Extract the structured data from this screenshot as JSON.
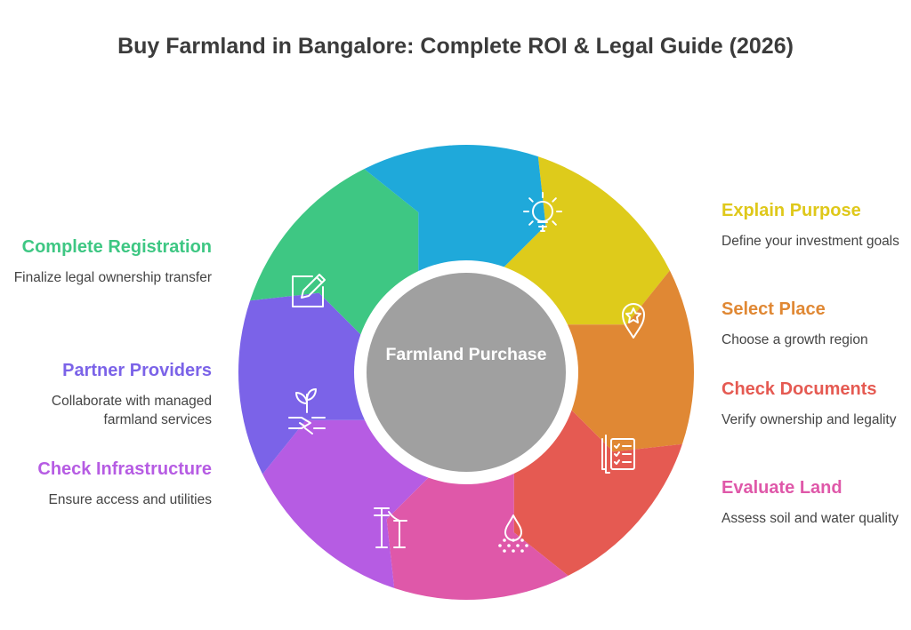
{
  "title": "Buy Farmland in Bangalore: Complete ROI & Legal Guide (2026)",
  "center": "Farmland Purchase",
  "colors": {
    "center": "#a0a0a0",
    "ring": "#ffffff"
  },
  "steps": [
    {
      "heading": "Explain Purpose",
      "desc": "Define your investment goals",
      "color": "#decb1b",
      "icon": "lightbulb-icon"
    },
    {
      "heading": "Select Place",
      "desc": "Choose a growth region",
      "color": "#e08834",
      "icon": "map-pin-star-icon"
    },
    {
      "heading": "Check Documents",
      "desc": "Verify ownership and legality",
      "color": "#e55a52",
      "icon": "document-checklist-icon"
    },
    {
      "heading": "Evaluate Land",
      "desc": "Assess soil and water quality",
      "color": "#df58a9",
      "icon": "water-drop-icon"
    },
    {
      "heading": "Check Infrastructure",
      "desc": "Ensure access and utilities",
      "color": "#b65ce3",
      "icon": "utility-pole-icon"
    },
    {
      "heading": "Partner Providers",
      "desc": "Collaborate with managed farmland services",
      "color": "#7b63e8",
      "icon": "handshake-plant-icon"
    },
    {
      "heading": "Complete Registration",
      "desc": "Finalize legal ownership transfer",
      "color": "#3ec783",
      "icon": "pen-square-icon"
    },
    {
      "heading": "",
      "desc": "",
      "color": "#1fa9da",
      "icon": ""
    }
  ]
}
